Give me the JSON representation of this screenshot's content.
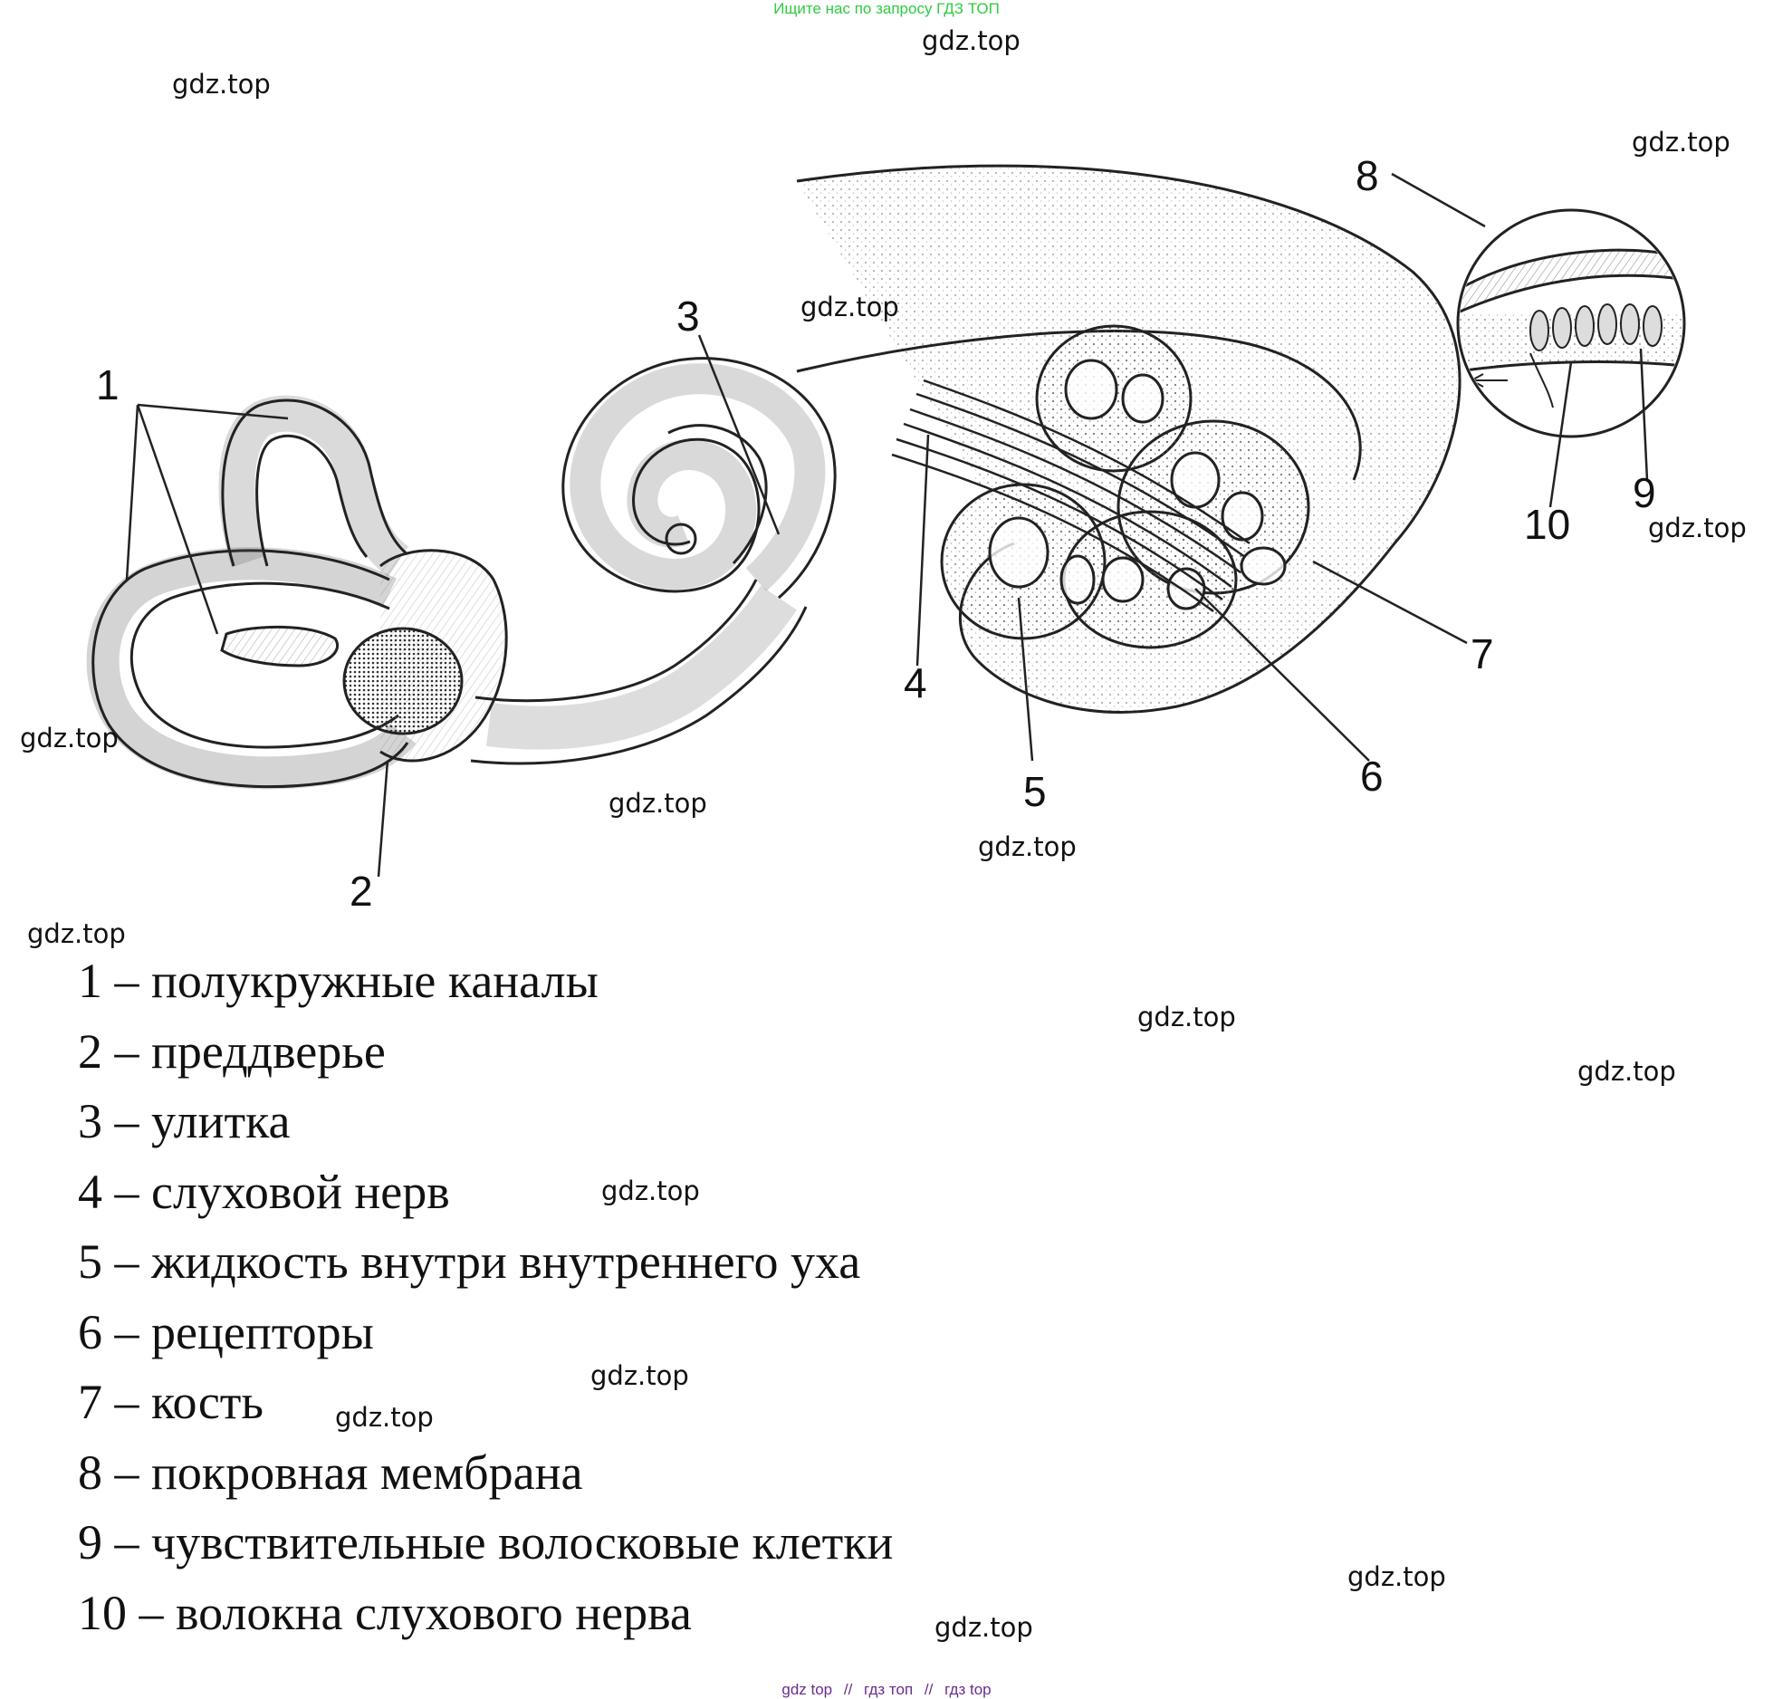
{
  "header_link": {
    "text": "Ищите нас по запросу ГДЗ ТОП",
    "color": "#2ecc40"
  },
  "watermark_text": "gdz.top",
  "callouts": [
    "1",
    "2",
    "3",
    "4",
    "5",
    "6",
    "7",
    "8",
    "9",
    "10"
  ],
  "legend": [
    "1 – полукружные каналы",
    "2 – преддверье",
    "3 – улитка",
    "4 – слуховой нерв",
    "5 – жидкость внутри внутреннего уха",
    "6 – рецепторы",
    "7 – кость",
    "8 – покровная мембрана",
    "9 – чувствительные волосковые клетки",
    "10 – волокна слухового нерва"
  ],
  "footer": {
    "items": [
      "gdz top",
      "гдз топ",
      "гдз top"
    ],
    "separator": "//",
    "color": "#6a2c8f"
  }
}
